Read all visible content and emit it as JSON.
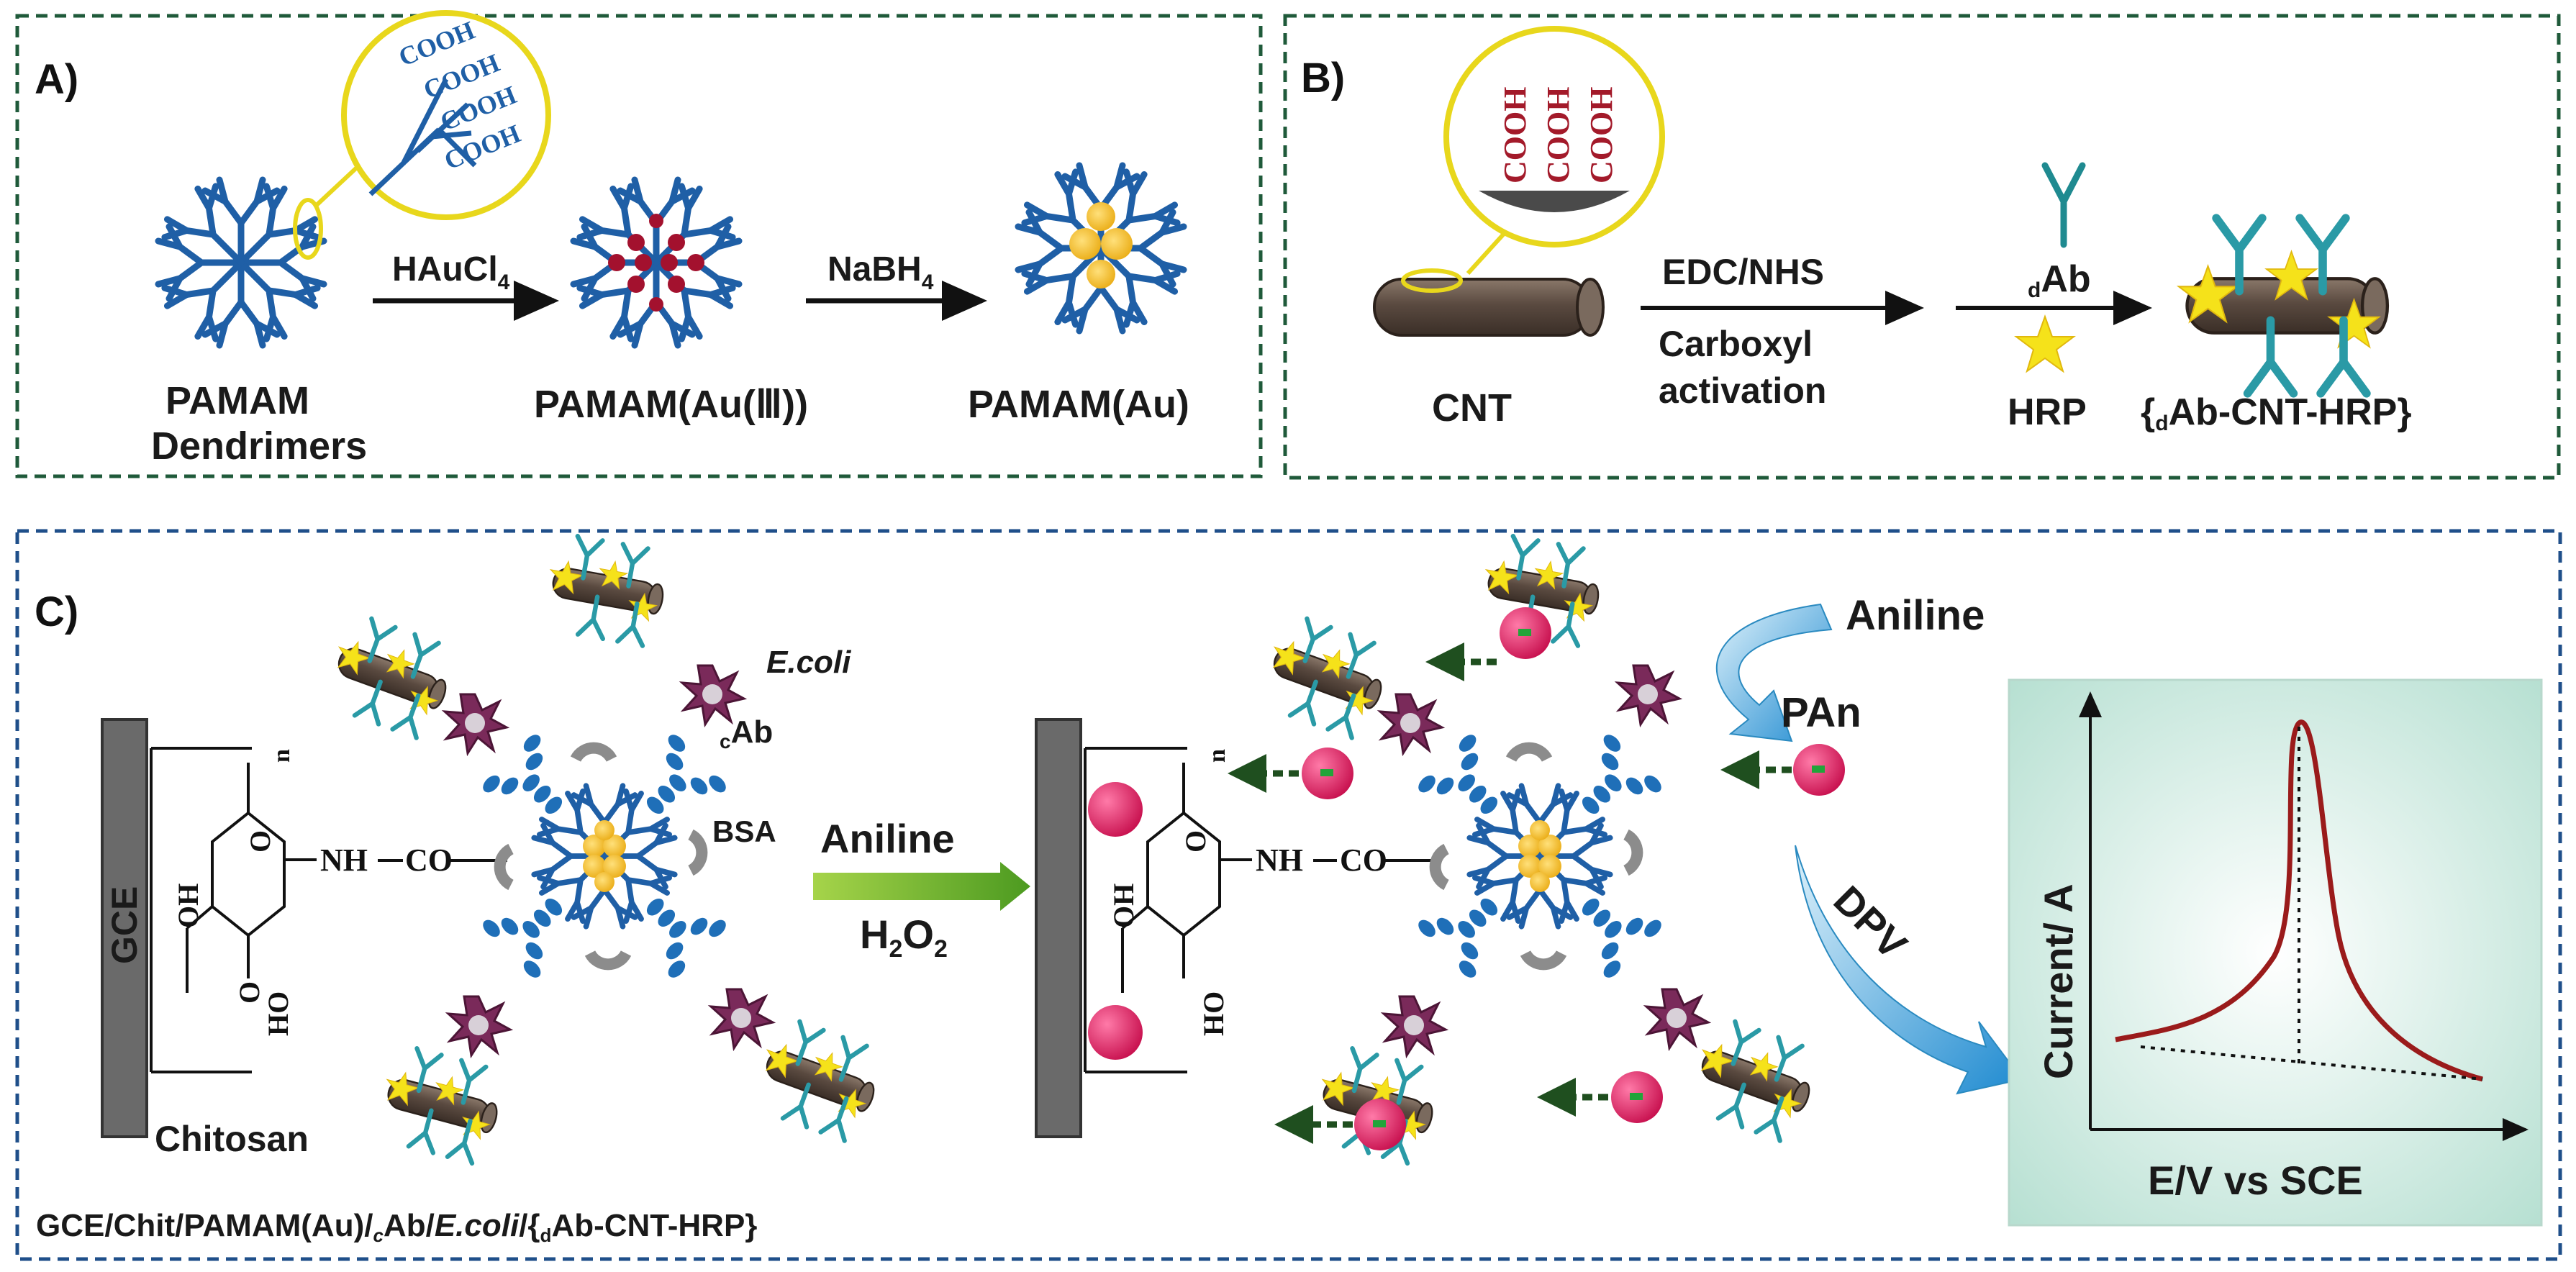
{
  "panel_a": {
    "label": "A)",
    "cooh": [
      "COOH",
      "COOH",
      "COOH",
      "COOH"
    ],
    "step1_reagent": "HAuCl",
    "step1_sub": "4",
    "step2_reagent": "NaBH",
    "step2_sub": "4",
    "dendrimer_line1": "PAMAM",
    "dendrimer_line2": "Dendrimers",
    "au3_label": "PAMAM(Au(Ⅲ))",
    "au_label": "PAMAM(Au)"
  },
  "panel_b": {
    "label": "B)",
    "cooh": [
      "COOH",
      "COOH",
      "COOH"
    ],
    "cnt_label": "CNT",
    "step1_top": "EDC/NHS",
    "step1_bottom1": "Carboxyl",
    "step1_bottom2": "activation",
    "dab_sub": "d",
    "dab_main": "Ab",
    "hrp_label": "HRP",
    "product_open": "{",
    "product_sub": "d",
    "product_rest": "Ab-CNT-HRP}"
  },
  "panel_c": {
    "label": "C)",
    "gce": "GCE",
    "chitosan": "Chitosan",
    "n_sub": "n",
    "oh": "OH",
    "ho": "HO",
    "ring_o": "O",
    "nh": "NH",
    "co": "CO",
    "ecoli": "E.coli",
    "cab_sub": "c",
    "cab_main": "Ab",
    "bsa": "BSA",
    "arrow_top": "Aniline",
    "arrow_bottom_main": "H",
    "arrow_bottom_sub1": "2",
    "arrow_bottom_mid": "O",
    "arrow_bottom_sub2": "2",
    "aniline_red": "Aniline",
    "pan": "PAn",
    "dpv": "DPV",
    "ylabel": "Current/ A",
    "xlabel": "E/V vs SCE",
    "caption_1": "GCE/Chit/PAMAM(Au)/",
    "caption_2": "c",
    "caption_3": "Ab/",
    "caption_4": "E.coli",
    "caption_5": "/{",
    "caption_6": "d",
    "caption_7": "Ab-CNT-HRP}"
  },
  "colors": {
    "dendrimer": "#1f5fa6",
    "gold": "#f3c21a",
    "au3_dot": "#a3112e",
    "cooh_yellow": "#e8d71c",
    "cnt": "#5a4a40",
    "antibody": "#2a9aa6",
    "star": "#f5e21a",
    "ecoli": "#6b1f4f",
    "pan_ball": "#e0185f",
    "arrow_green": "#1f5a1f",
    "red_text": "#9a1b1b",
    "panel_border_green": "#1f5a3a",
    "panel_border_blue": "#1f4f8a",
    "dpv_bg": "#c9e8de"
  }
}
